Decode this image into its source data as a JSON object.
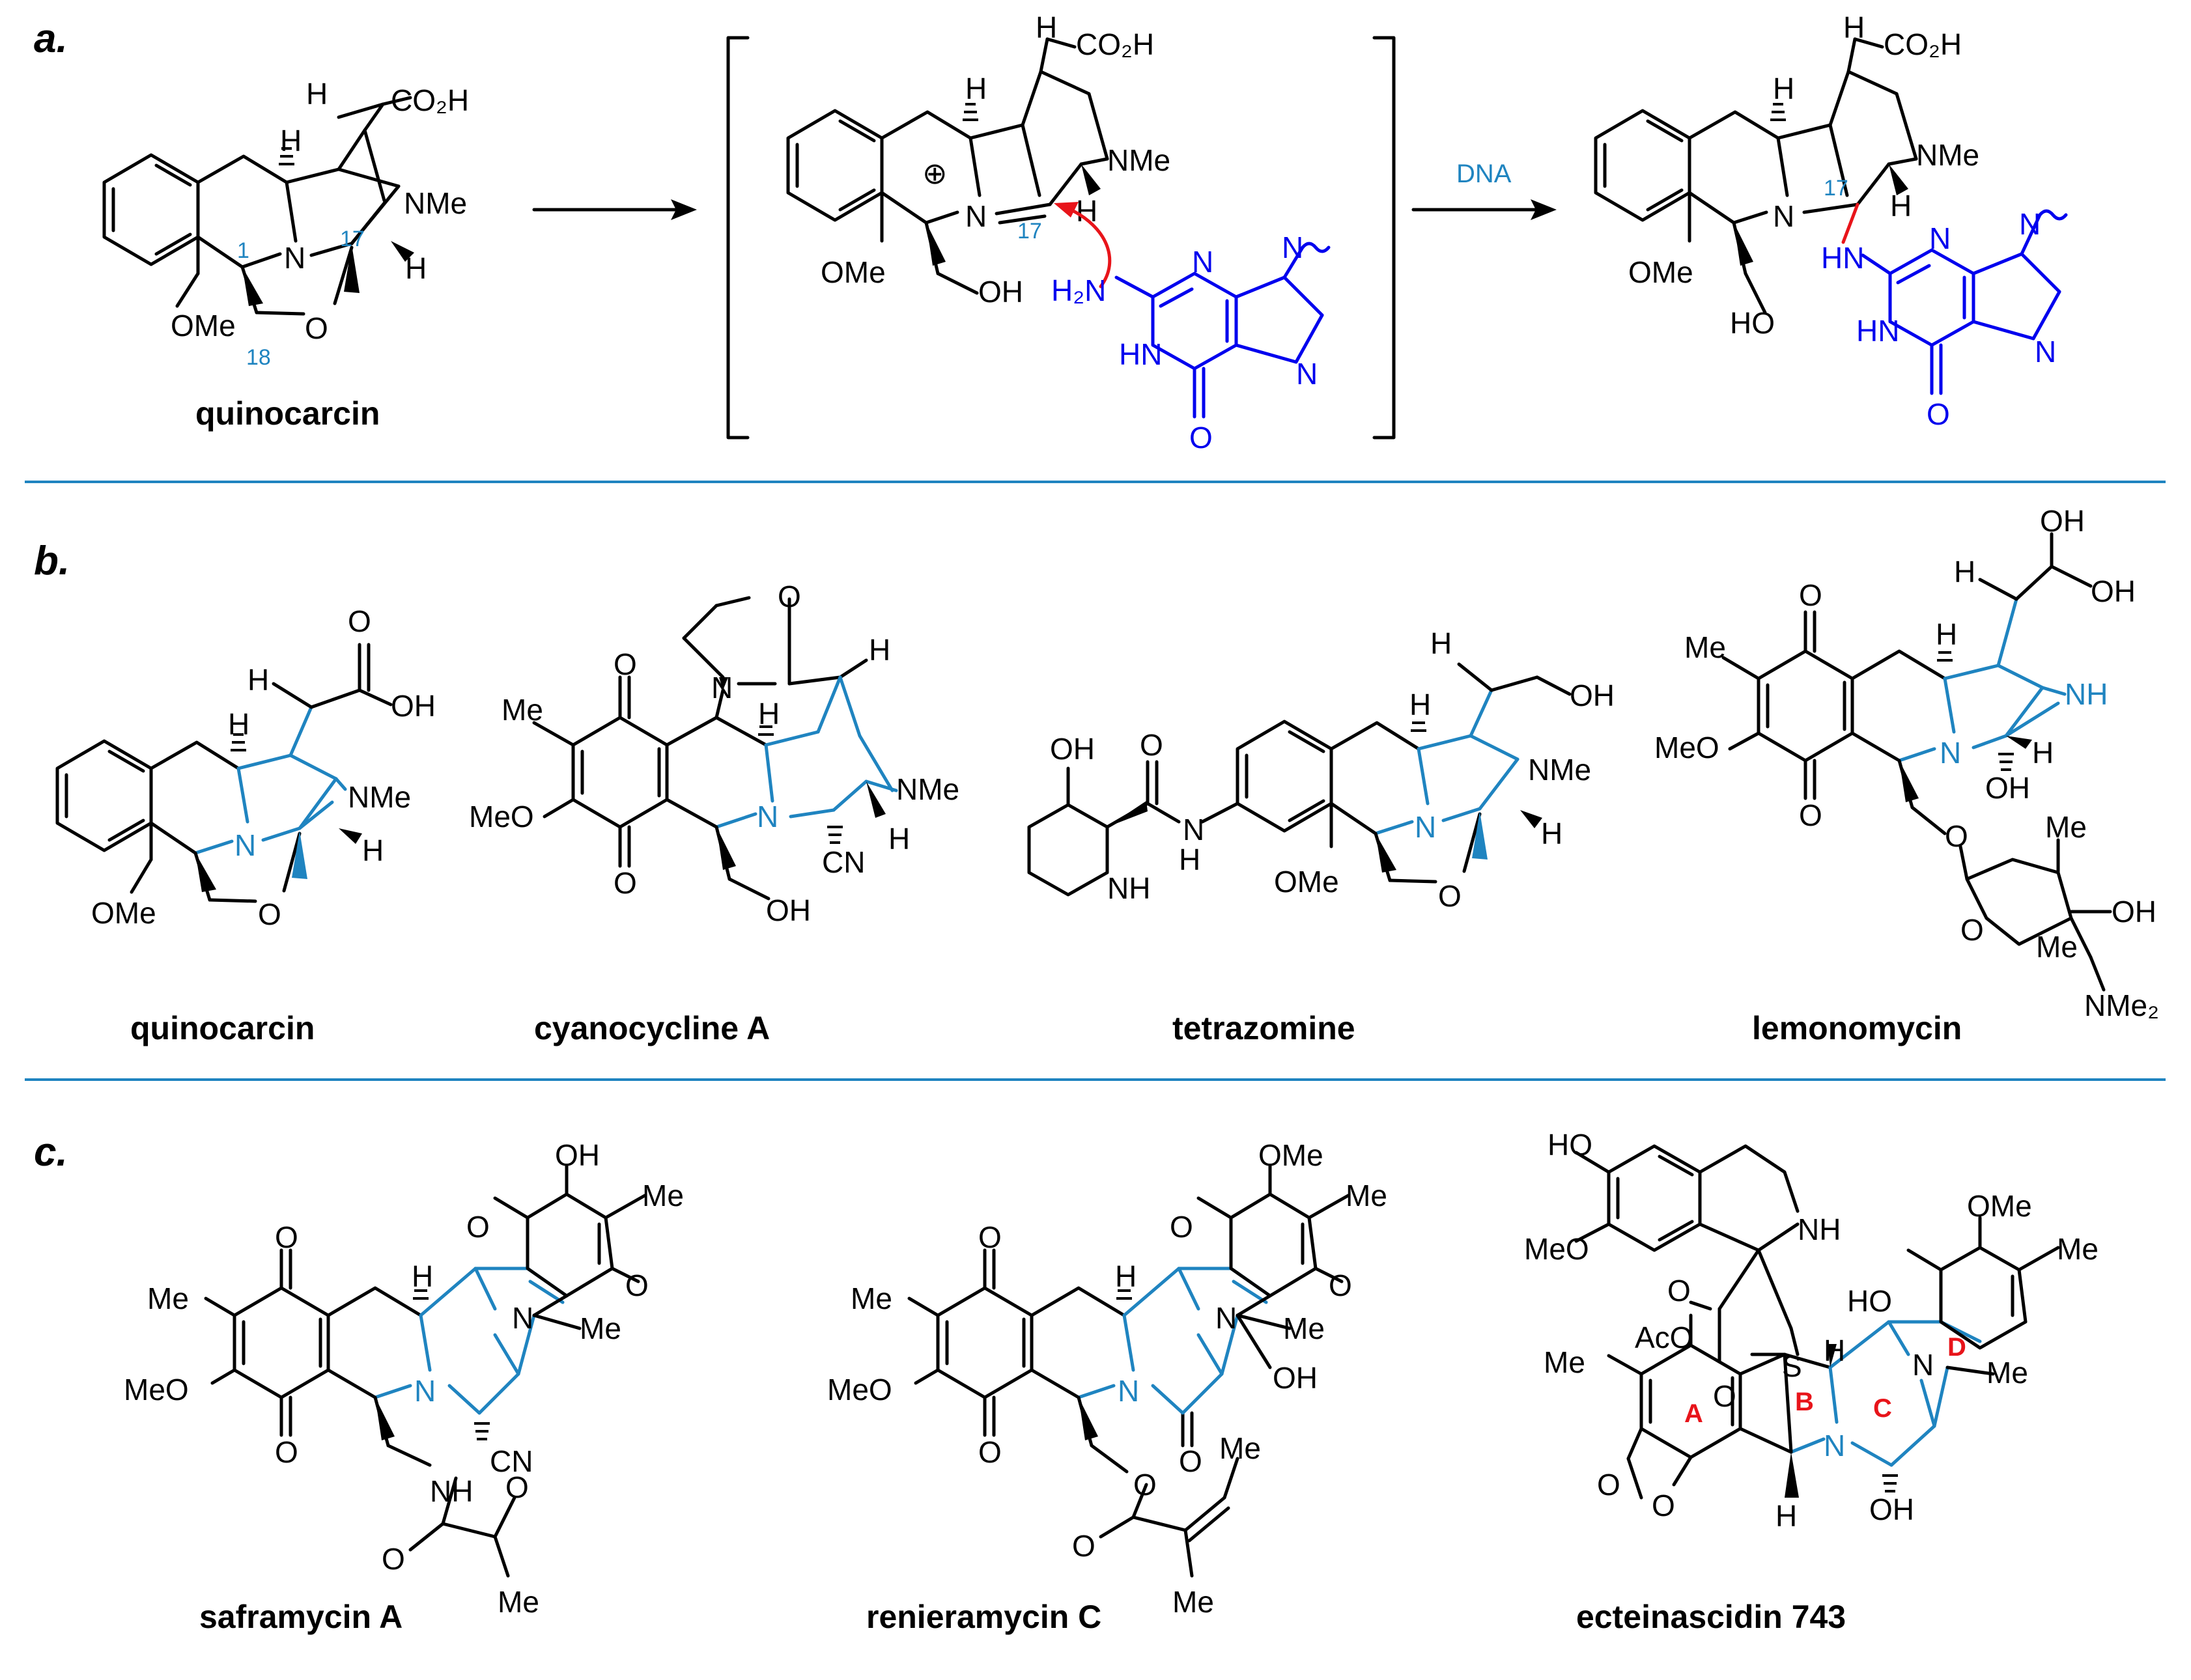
{
  "panels": {
    "a": "a.",
    "b": "b.",
    "c": "c."
  },
  "names": {
    "quinocarcin_a": "quinocarcin",
    "quinocarcin_b": "quinocarcin",
    "cyanocycline": "cyanocycline A",
    "tetrazomine": "tetrazomine",
    "lemonomycin": "lemonomycin",
    "saframycin": "saframycin A",
    "renieramycin": "renieramycin C",
    "ecteinascidin": "ecteinascidin 743"
  },
  "arrow_label": "DNA",
  "atoms": {
    "H": "H",
    "N": "N",
    "O": "O",
    "S": "S",
    "NH": "NH",
    "HN": "HN",
    "OH": "OH",
    "HO": "HO",
    "OMe": "OMe",
    "MeO": "MeO",
    "Me": "Me",
    "NMe": "NMe",
    "CN": "CN",
    "AcO": "AcO",
    "H2N": "H₂N",
    "NMe2": "NMe₂",
    "CO2H": "CO₂H",
    "N_plus": "N",
    "plus": "⊕"
  },
  "atom_numbers": {
    "c1": "1",
    "c17": "17",
    "c18": "18"
  },
  "ring_labels": {
    "A": "A",
    "B": "B",
    "C": "C",
    "D": "D"
  },
  "colors": {
    "black": "#000000",
    "skeleton_blue": "#1f84c0",
    "dna_blue": "#0000ee",
    "red": "#e8141a"
  }
}
